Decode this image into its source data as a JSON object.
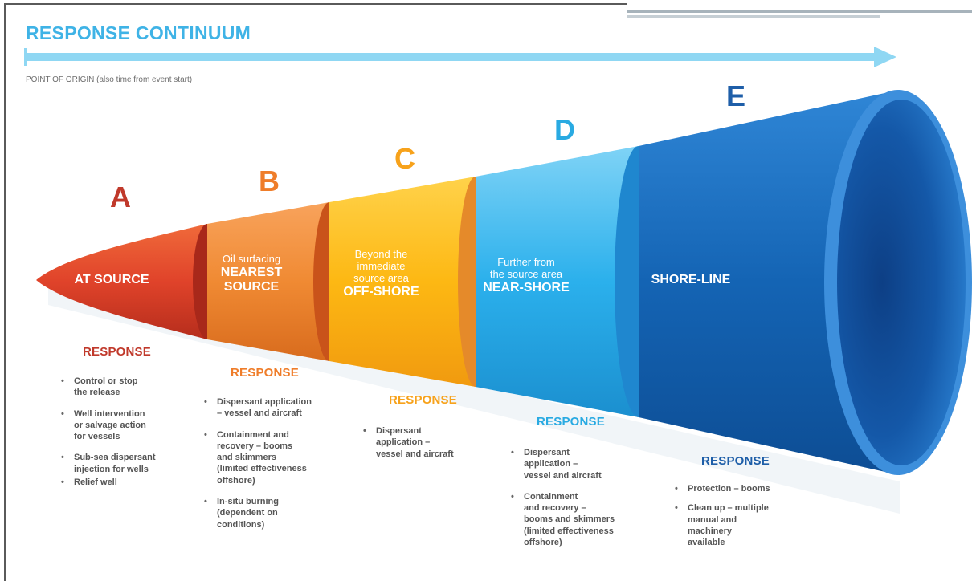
{
  "title": "RESPONSE CONTINUUM",
  "origin_label": "POINT OF ORIGIN (also time from event start)",
  "colors": {
    "title": "#3fb3e6",
    "arrow": "#8fd7f3",
    "A": "#e0432a",
    "B": "#f08a33",
    "C": "#fdb813",
    "D": "#2bb0ec",
    "E": "#1464b4",
    "A_head": "#c0392b",
    "B_head": "#ef7d2a",
    "C_head": "#f7a21b",
    "D_head": "#29aae2",
    "E_head": "#1e5ea8"
  },
  "segments": [
    {
      "letter": "A",
      "label_sub": "",
      "label_main": "AT SOURCE",
      "response_heading": "RESPONSE",
      "items": [
        "Control or stop\nthe release",
        "Well intervention\nor salvage action\nfor vessels",
        "Sub-sea dispersant\ninjection for wells",
        "Relief well"
      ]
    },
    {
      "letter": "B",
      "label_sub": "Oil surfacing",
      "label_main": "NEAREST\nSOURCE",
      "response_heading": "RESPONSE",
      "items": [
        "Dispersant application\n– vessel and aircraft",
        "Containment and\nrecovery – booms\nand skimmers\n(limited effectiveness\noffshore)",
        "In-situ burning\n(dependent on\nconditions)"
      ]
    },
    {
      "letter": "C",
      "label_sub": "Beyond the\nimmediate\nsource area",
      "label_main": "OFF-SHORE",
      "response_heading": "RESPONSE",
      "items": [
        "Dispersant\napplication –\nvessel and aircraft"
      ]
    },
    {
      "letter": "D",
      "label_sub": "Further from\nthe source area",
      "label_main": "NEAR-SHORE",
      "response_heading": "RESPONSE",
      "items": [
        "Dispersant\napplication –\nvessel and aircraft",
        "Containment\nand recovery –\nbooms and skimmers\n(limited effectiveness\noffshore)"
      ]
    },
    {
      "letter": "E",
      "label_sub": "",
      "label_main": "SHORE-LINE",
      "response_heading": "RESPONSE",
      "items": [
        "Protection – booms",
        "Clean up – multiple\nmanual and\nmachinery\navailable"
      ]
    }
  ]
}
